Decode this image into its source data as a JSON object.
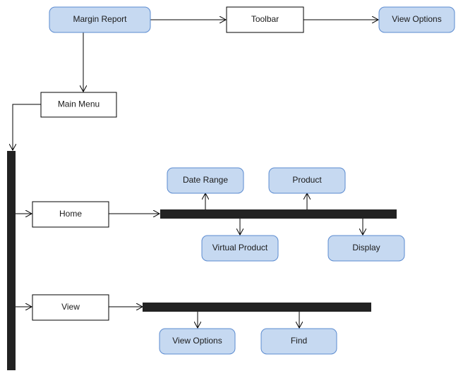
{
  "diagram": {
    "nodes": {
      "margin_report": {
        "label": "Margin Report",
        "shape": "rounded",
        "fill": "#c6d9f1",
        "stroke": "#5b8bd0"
      },
      "toolbar": {
        "label": "Toolbar",
        "shape": "rect",
        "fill": "#ffffff",
        "stroke": "#000000"
      },
      "view_options_top": {
        "label": "View Options",
        "shape": "rounded",
        "fill": "#c6d9f1",
        "stroke": "#5b8bd0"
      },
      "main_menu": {
        "label": "Main Menu",
        "shape": "rect",
        "fill": "#ffffff",
        "stroke": "#000000"
      },
      "home": {
        "label": "Home",
        "shape": "rect",
        "fill": "#ffffff",
        "stroke": "#000000"
      },
      "date_range": {
        "label": "Date Range",
        "shape": "rounded",
        "fill": "#c6d9f1",
        "stroke": "#5b8bd0"
      },
      "product": {
        "label": "Product",
        "shape": "rounded",
        "fill": "#c6d9f1",
        "stroke": "#5b8bd0"
      },
      "virtual_product": {
        "label": "Virtual Product",
        "shape": "rounded",
        "fill": "#c6d9f1",
        "stroke": "#5b8bd0"
      },
      "display": {
        "label": "Display",
        "shape": "rounded",
        "fill": "#c6d9f1",
        "stroke": "#5b8bd0"
      },
      "view": {
        "label": "View",
        "shape": "rect",
        "fill": "#ffffff",
        "stroke": "#000000"
      },
      "view_options_bottom": {
        "label": "View Options",
        "shape": "rounded",
        "fill": "#c6d9f1",
        "stroke": "#5b8bd0"
      },
      "find": {
        "label": "Find",
        "shape": "rounded",
        "fill": "#c6d9f1",
        "stroke": "#5b8bd0"
      }
    },
    "bar_color": "#222222",
    "edges": [
      {
        "from": "margin_report",
        "to": "toolbar"
      },
      {
        "from": "toolbar",
        "to": "view_options_top"
      },
      {
        "from": "margin_report",
        "to": "main_menu"
      },
      {
        "from": "main_menu",
        "to": "main-fork-bar"
      },
      {
        "from": "main-fork-bar",
        "to": "home"
      },
      {
        "from": "main-fork-bar",
        "to": "view"
      },
      {
        "from": "home",
        "to": "home-fork-bar"
      },
      {
        "from": "home-fork-bar",
        "to": "date_range"
      },
      {
        "from": "home-fork-bar",
        "to": "product"
      },
      {
        "from": "home-fork-bar",
        "to": "virtual_product"
      },
      {
        "from": "home-fork-bar",
        "to": "display"
      },
      {
        "from": "view",
        "to": "view-fork-bar"
      },
      {
        "from": "view-fork-bar",
        "to": "view_options_bottom"
      },
      {
        "from": "view-fork-bar",
        "to": "find"
      }
    ]
  }
}
